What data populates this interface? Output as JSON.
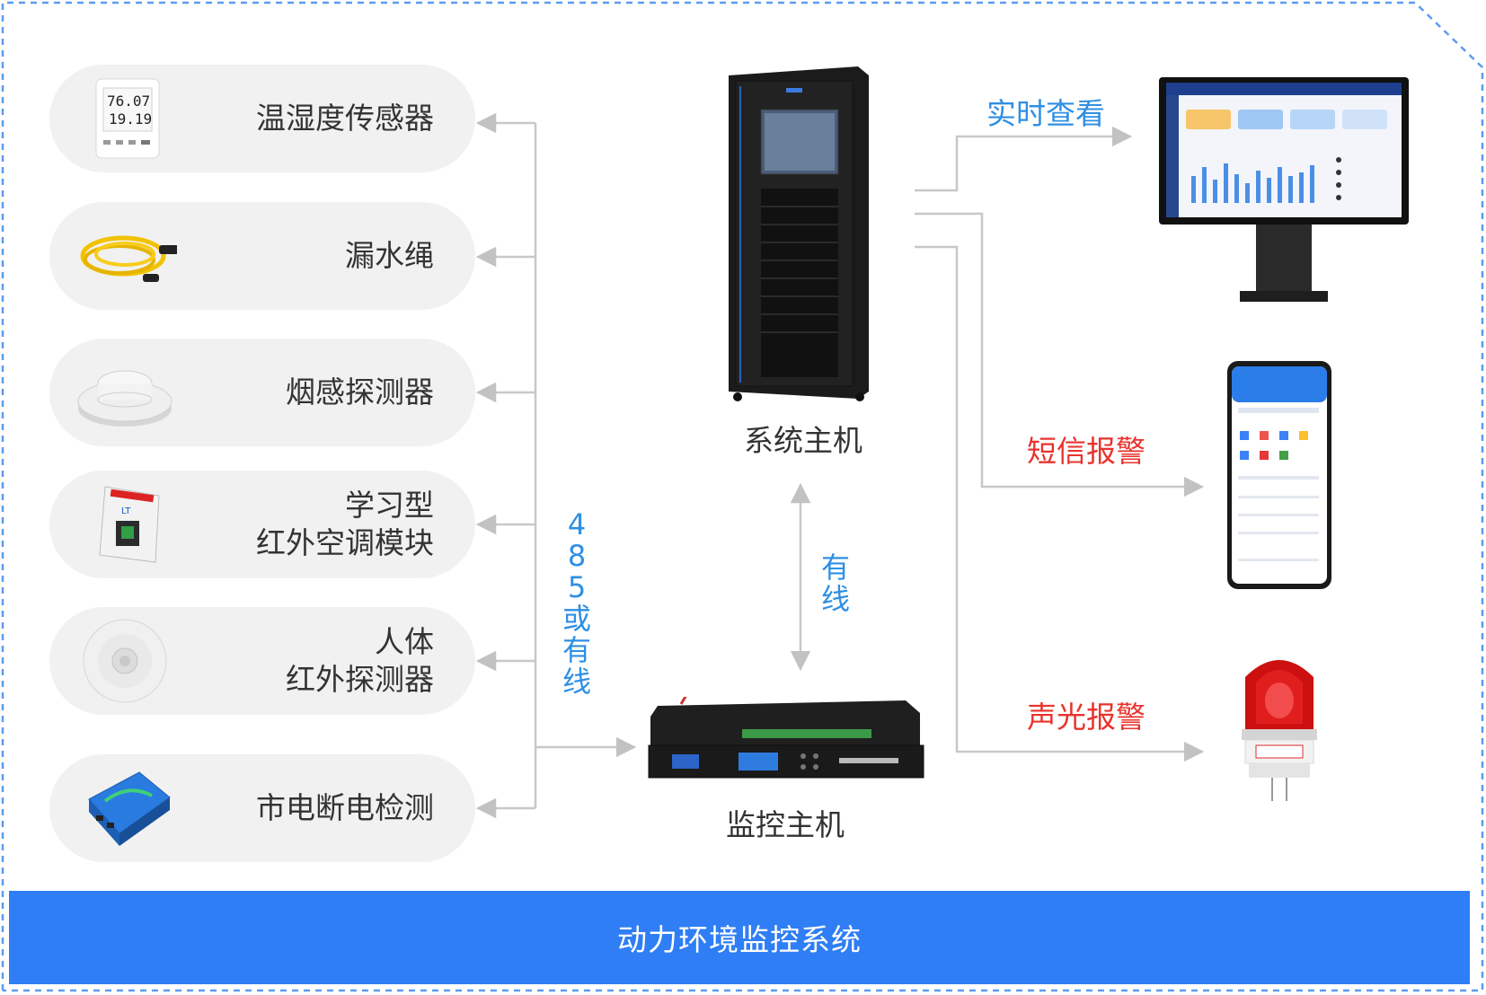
{
  "sensors": [
    {
      "id": "temp",
      "lines": [
        "温湿度传感器"
      ],
      "icon": "temperature-humidity-sensor-icon"
    },
    {
      "id": "leak",
      "lines": [
        "漏水绳"
      ],
      "icon": "water-leak-rope-icon"
    },
    {
      "id": "smoke",
      "lines": [
        "烟感探测器"
      ],
      "icon": "smoke-detector-icon"
    },
    {
      "id": "ir-ac",
      "lines": [
        "学习型",
        "红外空调模块"
      ],
      "icon": "ir-ac-module-icon"
    },
    {
      "id": "pir",
      "lines": [
        "人体",
        "红外探测器"
      ],
      "icon": "pir-detector-icon"
    },
    {
      "id": "power",
      "lines": [
        "市电断电检测"
      ],
      "icon": "power-failure-detector-icon"
    }
  ],
  "link_label_485": [
    "4",
    "8",
    "5",
    "或",
    "有",
    "线"
  ],
  "link_label_wired": [
    "有",
    "线"
  ],
  "system_host": {
    "caption": "系统主机"
  },
  "monitor_host": {
    "caption": "监控主机"
  },
  "outputs": {
    "realtime": "实时查看",
    "sms": "短信报警",
    "sound_light": "声光报警"
  },
  "footer_title": "动力环境监控系统",
  "colors": {
    "accent_blue": "#2f8fe3",
    "footer_blue": "#2f7ef5",
    "alarm_red": "#e8332d",
    "line_gray": "#c8c8c8"
  }
}
